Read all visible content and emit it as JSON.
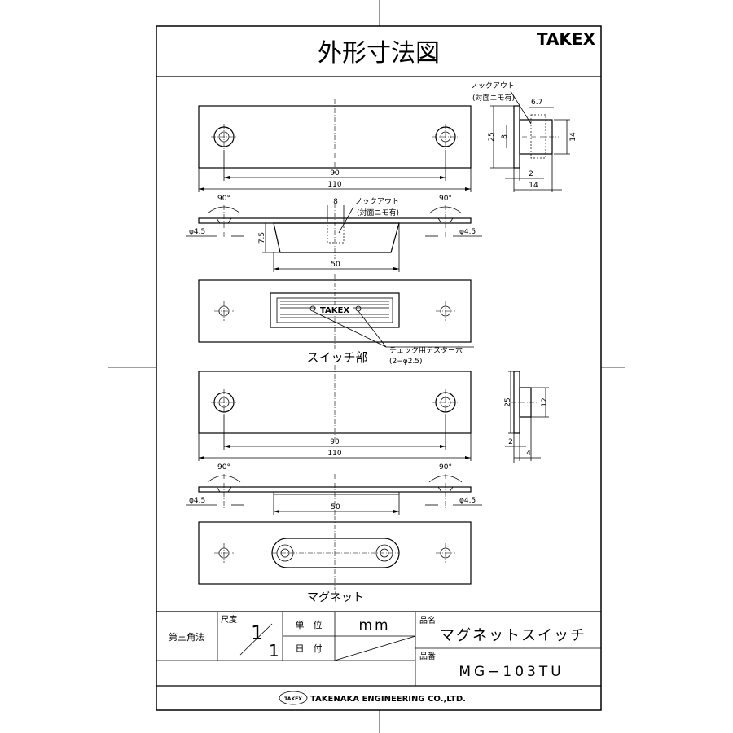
{
  "header": {
    "title": "外形寸法図",
    "brand": "TAKEX"
  },
  "top_view": {
    "dim_hole_span": "90",
    "dim_length": "110"
  },
  "top_side": {
    "knockout_label": "ノックアウト",
    "knockout_note": "(対面ニモ有)",
    "dim_67": "6.7",
    "dim_25": "25",
    "dim_8": "8",
    "dim_14a": "14",
    "dim_2": "2",
    "dim_14b": "14"
  },
  "switch_profile": {
    "angle_left": "90°",
    "angle_right": "90°",
    "hole_left": "φ4.5",
    "hole_right": "φ4.5",
    "dim_8": "8",
    "knockout_label": "ノックアウト",
    "knockout_note": "(対面ニモ有)",
    "dim_75": "7.5",
    "dim_50": "50"
  },
  "switch_front": {
    "label_text": "TAKEX",
    "tester_label": "チェック用テスター穴",
    "tester_note": "(2−φ2.5)",
    "caption": "スイッチ部"
  },
  "magnet_top": {
    "dim_hole_span": "90",
    "dim_length": "110"
  },
  "magnet_side": {
    "dim_25": "25",
    "dim_12": "12",
    "dim_2": "2",
    "dim_4": "4"
  },
  "magnet_profile": {
    "angle_left": "90°",
    "angle_right": "90°",
    "hole_left": "φ4.5",
    "hole_right": "φ4.5",
    "dim_50": "50"
  },
  "magnet_front": {
    "caption": "マグネット"
  },
  "title_block": {
    "projection": "第三角法",
    "scale_label": "尺度",
    "scale_num": "1",
    "scale_den": "1",
    "unit_label": "単　位",
    "unit_value": "mm",
    "date_label": "日　付",
    "name_label": "品名",
    "name_value": "マグネットスイッチ",
    "part_label": "品番",
    "part_value": "MG−103TU"
  },
  "footer": {
    "logo_text": "TAKEX",
    "company": "TAKENAKA ENGINEERING CO.,LTD."
  }
}
